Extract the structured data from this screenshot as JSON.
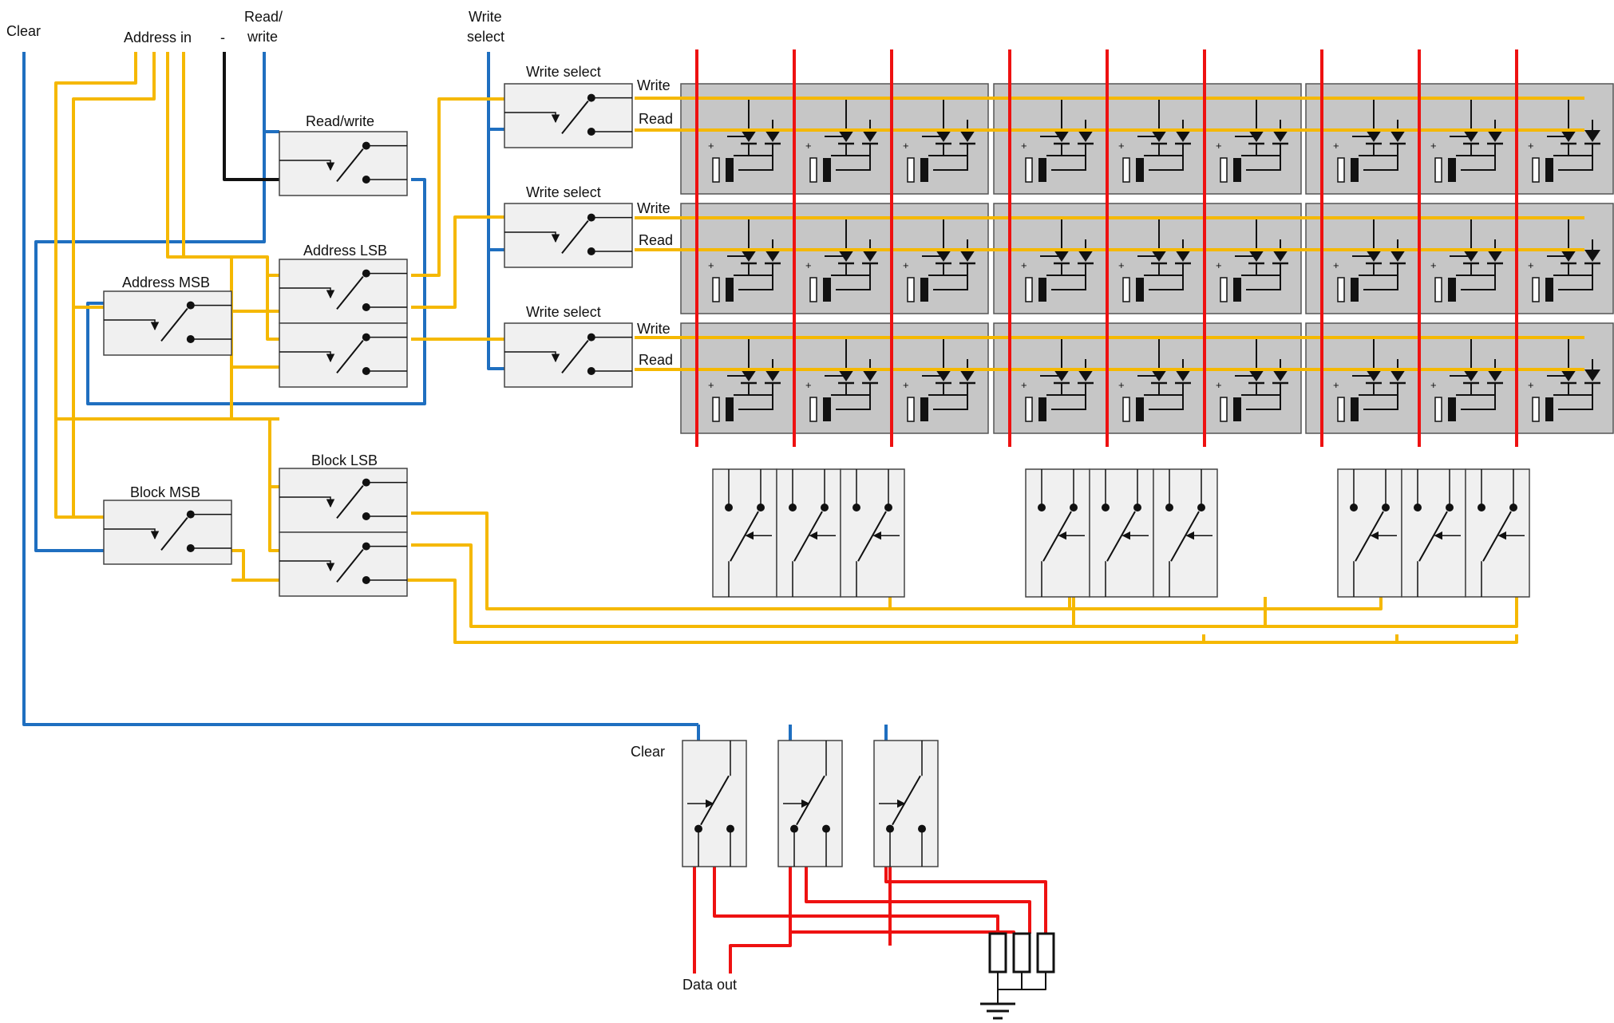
{
  "labels": {
    "clear_top": "Clear",
    "address_in": "Address in",
    "minus": "-",
    "read_write_1": "Read/",
    "read_write_2": "write",
    "write_select_1": "Write",
    "write_select_2": "select",
    "read_write_box": "Read/write",
    "address_lsb": "Address LSB",
    "address_msb": "Address MSB",
    "block_lsb": "Block LSB",
    "block_msb": "Block MSB",
    "write_select_box": "Write select",
    "write": "Write",
    "read": "Read",
    "clear_bottom": "Clear",
    "data_out": "Data out",
    "plus": "+"
  },
  "colors": {
    "yellow": "#f5b800",
    "blue": "#1f6fc0",
    "red": "#ee1111",
    "black": "#111111",
    "relay_fill": "#f0f0f0",
    "cell_fill": "#c6c6c6"
  }
}
